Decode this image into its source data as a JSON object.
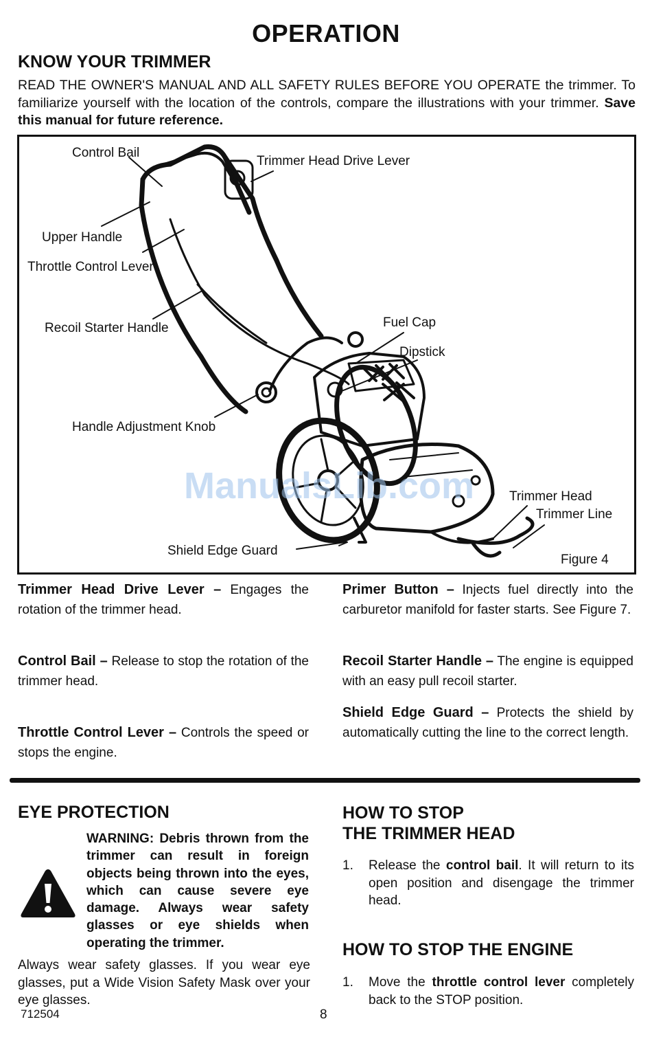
{
  "page_title": "OPERATION",
  "know": {
    "heading": "KNOW YOUR TRIMMER",
    "intro_text": "READ THE OWNER'S MANUAL AND ALL SAFETY RULES BEFORE YOU OPERATE the trimmer. To familiarize yourself with the location of the controls, compare the illustrations with your trimmer. ",
    "intro_bold": "Save this manual for future reference."
  },
  "figure": {
    "caption": "Figure 4",
    "labels": {
      "control_bail": "Control Bail",
      "trimmer_head_drive_lever": "Trimmer Head Drive Lever",
      "upper_handle": "Upper Handle",
      "throttle_control_lever": "Throttle Control Lever",
      "recoil_starter_handle": "Recoil Starter Handle",
      "fuel_cap": "Fuel Cap",
      "dipstick": "Dipstick",
      "handle_adjustment_knob": "Handle Adjustment Knob",
      "trimmer_head": "Trimmer Head",
      "trimmer_line": "Trimmer Line",
      "shield_edge_guard": "Shield Edge Guard"
    }
  },
  "watermark": "ManualsLib.com",
  "descriptions": {
    "drive_lever": {
      "term": "Trimmer Head Drive Lever –",
      "text": " Engages the rotation of the trimmer head."
    },
    "control_bail": {
      "term": "Control Bail –",
      "text": " Release to stop the rotation of the trimmer head."
    },
    "throttle": {
      "term": "Throttle Control Lever –",
      "text": " Controls the speed or stops the engine."
    },
    "primer": {
      "term": "Primer Button –",
      "text": " Injects fuel directly into the carburetor manifold for faster starts.  See Figure 7."
    },
    "recoil": {
      "term": "Recoil Starter Handle –",
      "text": " The engine is equipped with an easy pull recoil starter."
    },
    "shield": {
      "term": "Shield Edge Guard –",
      "text": " Protects the shield by automatically cutting the line to the correct length."
    }
  },
  "eye": {
    "heading": "EYE PROTECTION",
    "warning": "WARNING: Debris thrown from the trimmer can result in foreign objects being thrown into the eyes, which can cause severe eye damage. Always wear safety glasses or eye shields when operating the trimmer.",
    "body": "Always wear safety glasses. If you wear eye glasses, put a Wide Vision Safety Mask over your eye glasses."
  },
  "stop_head": {
    "heading_line1": "HOW TO STOP",
    "heading_line2": "THE TRIMMER HEAD",
    "num": "1.",
    "pre": "Release the ",
    "bold": "control bail",
    "post": ". It will return to its open position and disengage the trimmer head."
  },
  "stop_engine": {
    "heading": "HOW TO STOP THE ENGINE",
    "num": "1.",
    "pre": "Move the ",
    "bold": "throttle control lever",
    "post": " completely back to the STOP position."
  },
  "footer": {
    "model": "712504",
    "page": "8"
  }
}
